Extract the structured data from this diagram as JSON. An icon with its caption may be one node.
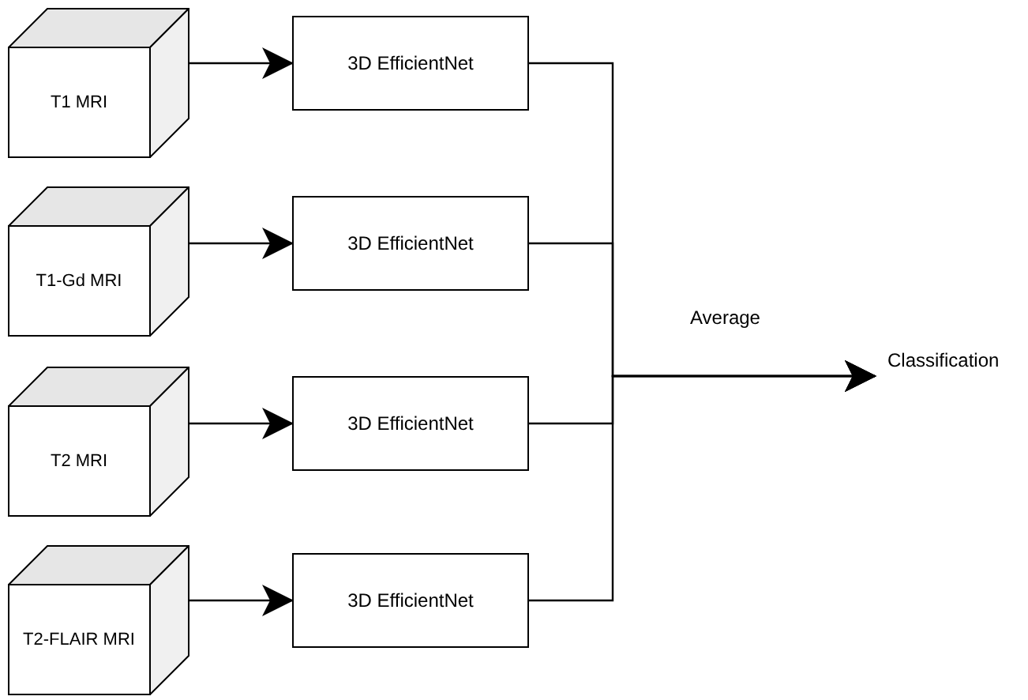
{
  "diagram": {
    "nodes": [
      {
        "text": [
          "T1 MRI"
        ]
      },
      {
        "text": [
          "T1-Gd MRI"
        ]
      },
      {
        "text": [
          "T2 MRI"
        ]
      },
      {
        "text": [
          "T2-FLAIR MRI"
        ]
      },
      {
        "text": [
          "3D EfficientNet"
        ]
      },
      {
        "text": [
          "3D EfficientNet"
        ]
      },
      {
        "text": [
          "3D EfficientNet"
        ]
      },
      {
        "text": [
          "3D EfficientNet"
        ]
      },
      {
        "text": [
          "Classification"
        ]
      }
    ],
    "edges": [
      {
        "from": 0,
        "to": 4,
        "arrow": "to"
      },
      {
        "from": 1,
        "to": 5,
        "arrow": "to"
      },
      {
        "from": 2,
        "to": 6,
        "arrow": "to"
      },
      {
        "from": 3,
        "to": 7,
        "arrow": "to"
      },
      {
        "from": 4,
        "to": 8,
        "arrow": "to"
      },
      {
        "from": 5,
        "to": 8,
        "arrow": "to"
      },
      {
        "from": 6,
        "to": 8,
        "arrow": "to"
      },
      {
        "from": 7,
        "to": 8,
        "arrow": "to"
      }
    ],
    "labels": [
      "Average"
    ]
  }
}
